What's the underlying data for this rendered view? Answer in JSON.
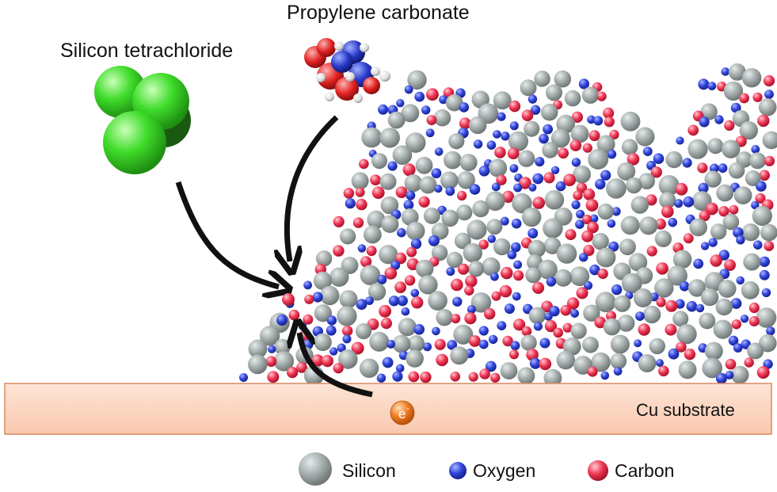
{
  "labels": {
    "propylene_carbonate": "Propylene carbonate",
    "silicon_tetrachloride": "Silicon tetrachloride",
    "substrate": "Cu substrate",
    "electron": "e",
    "electron_charge": "-"
  },
  "legend": [
    {
      "name": "Silicon",
      "color": "#9aa3a3"
    },
    {
      "name": "Oxygen",
      "color": "#2a3fd6"
    },
    {
      "name": "Carbon",
      "color": "#ee2e4f"
    }
  ],
  "colors": {
    "substrate_fill": "#fcd7c2",
    "substrate_border": "#d98a63",
    "electron": "#f07a22",
    "sicl4_sphere": "#3fd82a",
    "arrow": "#111111"
  }
}
